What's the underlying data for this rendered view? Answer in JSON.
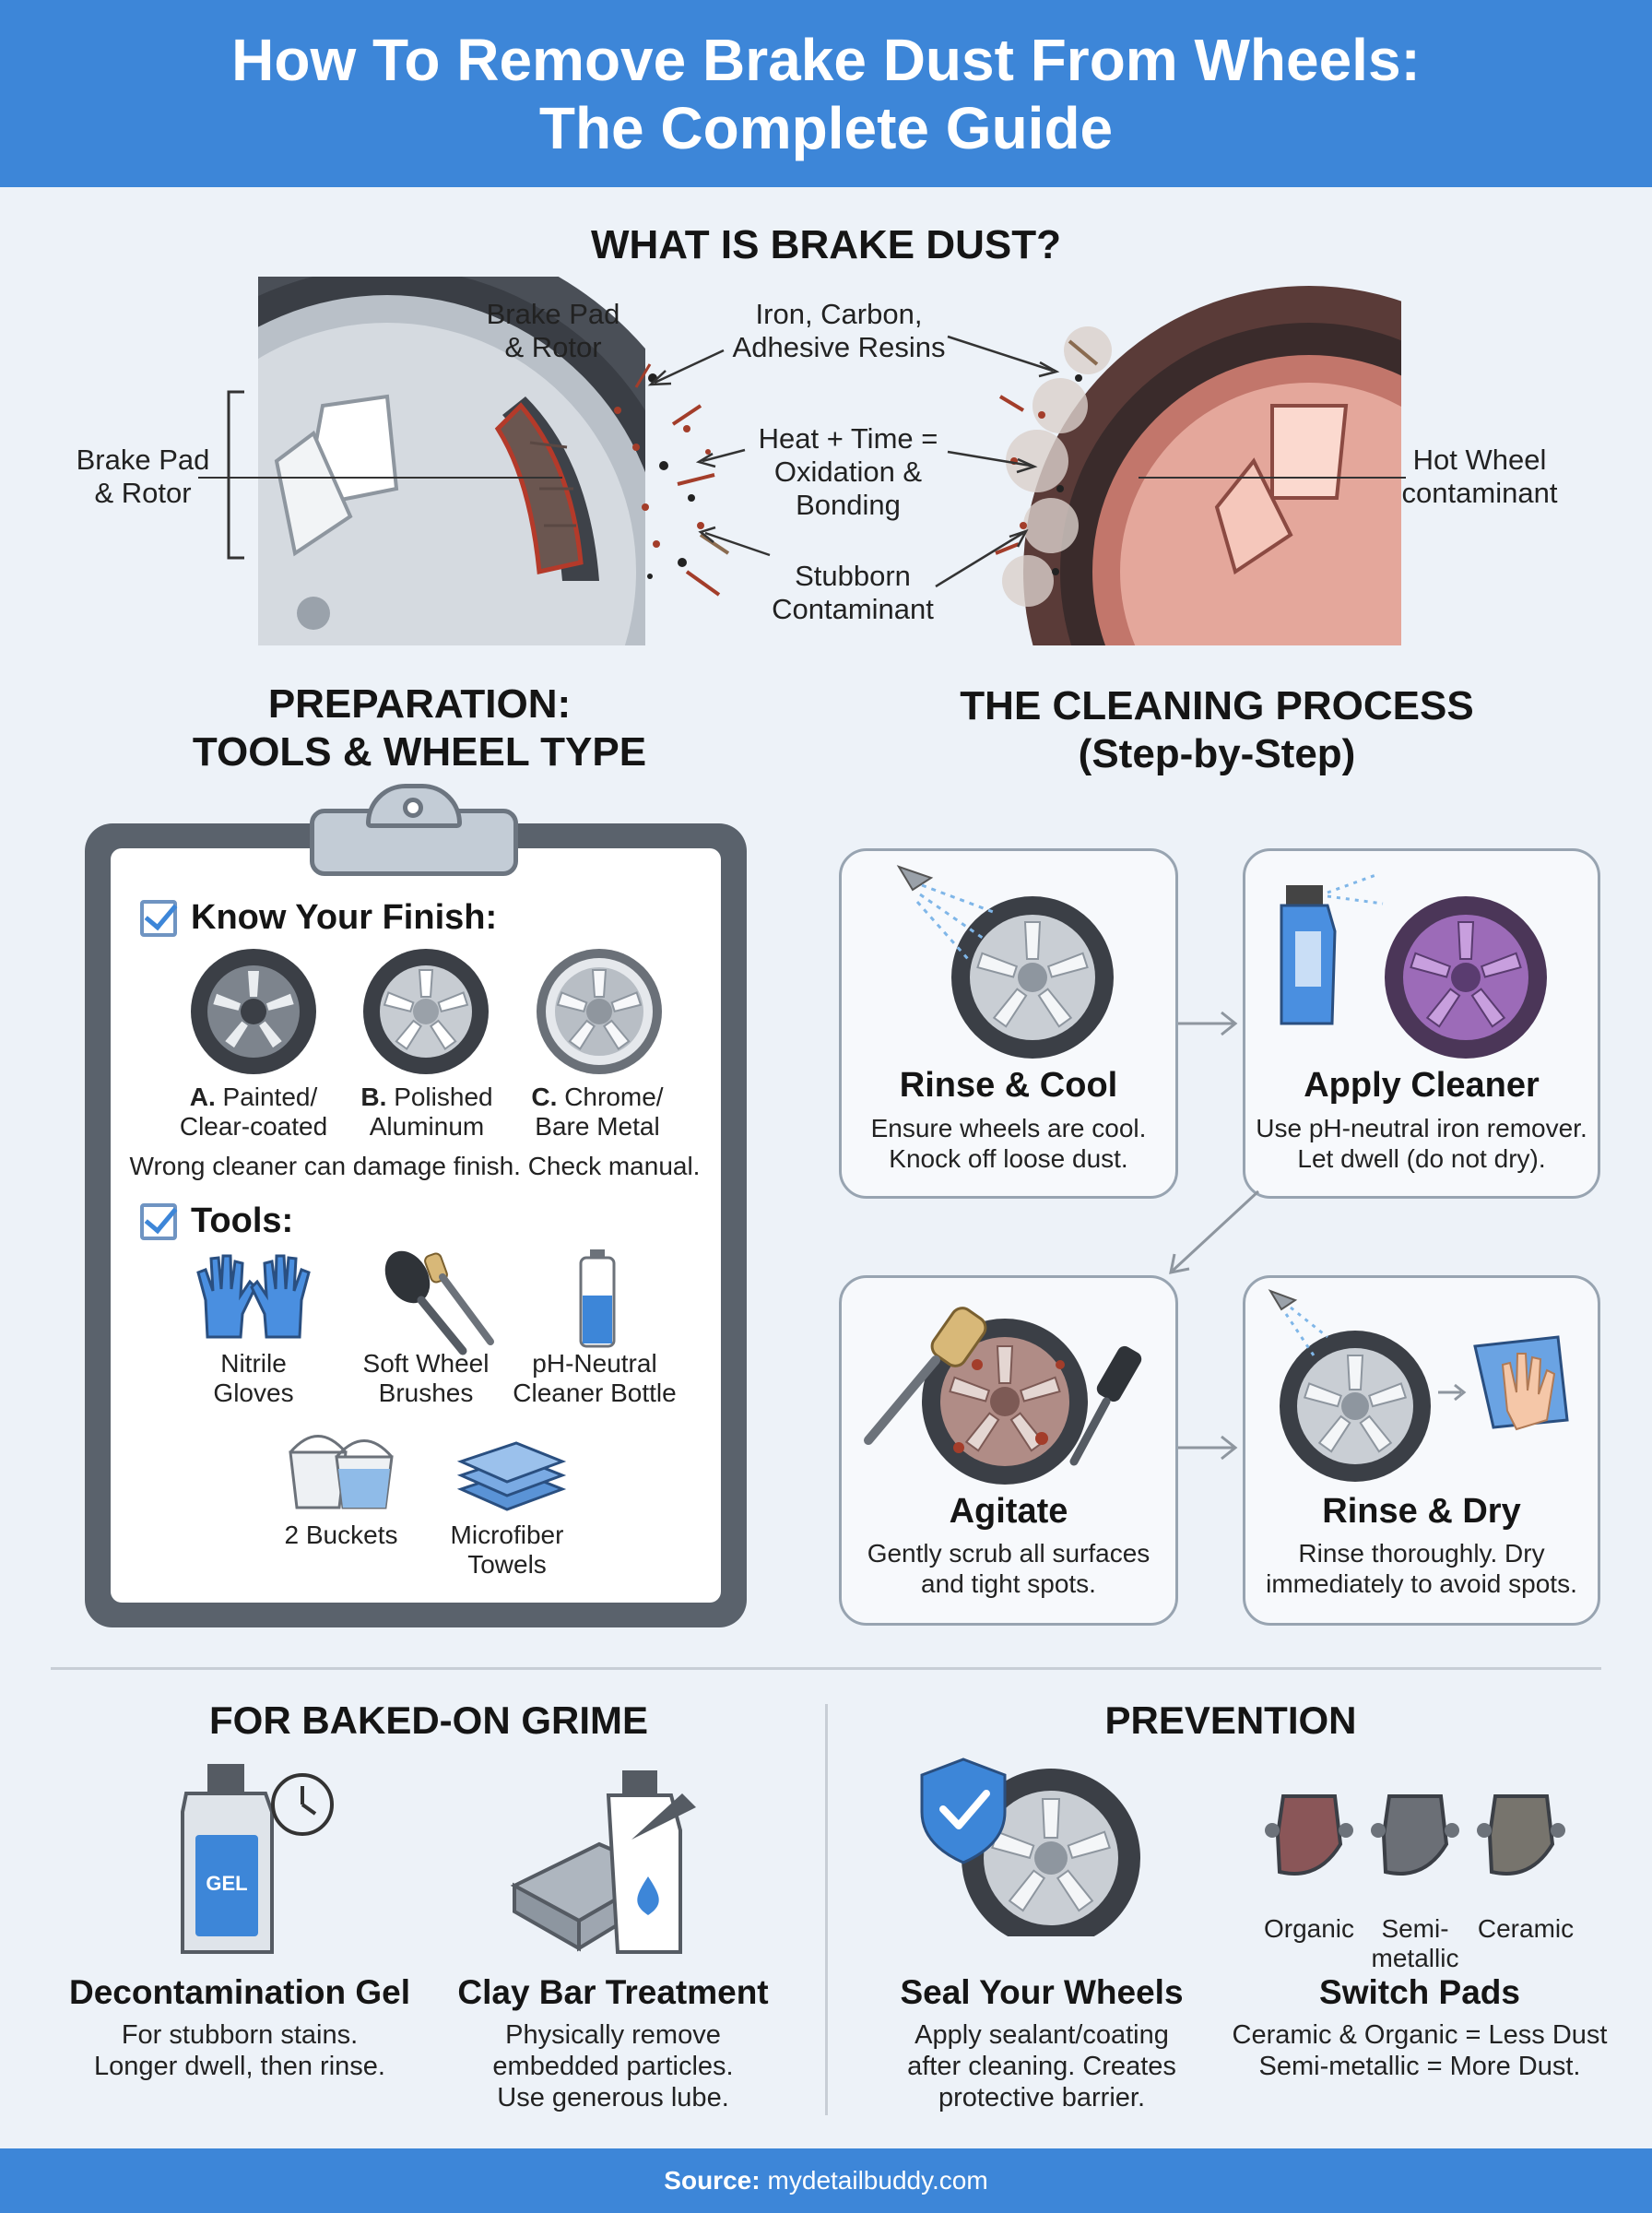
{
  "header": {
    "title_line1": "How To Remove Brake Dust From Wheels:",
    "title_line2": "The Complete Guide"
  },
  "what_is": {
    "title": "WHAT IS BRAKE DUST?",
    "labels": {
      "left_line1": "Brake Pad",
      "left_line2": "& Rotor",
      "top_line1": "Brake Pad",
      "top_line2": "& Rotor",
      "materials_line1": "Iron, Carbon,",
      "materials_line2": "Adhesive Resins",
      "heat_line1": "Heat + Time =",
      "heat_line2": "Oxidation &",
      "heat_line3": "Bonding",
      "stubborn_line1": "Stubborn",
      "stubborn_line2": "Contaminant",
      "hot_line1": "Hot Wheel",
      "hot_line2": "contaminant"
    }
  },
  "preparation": {
    "title_line1": "PREPARATION:",
    "title_line2": "TOOLS & WHEEL TYPE",
    "finish_heading": "Know Your Finish:",
    "finishes": [
      {
        "letter": "A.",
        "line1": "Painted/",
        "line2": "Clear-coated"
      },
      {
        "letter": "B.",
        "line1": "Polished",
        "line2": "Aluminum"
      },
      {
        "letter": "C.",
        "line1": "Chrome/",
        "line2": "Bare Metal"
      }
    ],
    "warning": "Wrong cleaner can damage finish. Check manual.",
    "tools_heading": "Tools:",
    "tools": [
      {
        "line1": "Nitrile",
        "line2": "Gloves",
        "icon": "gloves-icon"
      },
      {
        "line1": "Soft Wheel",
        "line2": "Brushes",
        "icon": "brushes-icon"
      },
      {
        "line1": "pH-Neutral",
        "line2": "Cleaner Bottle",
        "icon": "bottle-icon"
      },
      {
        "line1": "2 Buckets",
        "line2": "",
        "icon": "buckets-icon"
      },
      {
        "line1": "Microfiber",
        "line2": "Towels",
        "icon": "towels-icon"
      }
    ]
  },
  "process": {
    "title_line1": "THE CLEANING PROCESS",
    "title_line2": "(Step-by-Step)",
    "steps": [
      {
        "title": "Rinse & Cool",
        "line1": "Ensure wheels are cool.",
        "line2": "Knock off loose dust."
      },
      {
        "title": "Apply Cleaner",
        "line1": "Use pH-neutral iron remover.",
        "line2": "Let dwell (do not dry)."
      },
      {
        "title": "Agitate",
        "line1": "Gently scrub all surfaces",
        "line2": "and tight spots."
      },
      {
        "title": "Rinse & Dry",
        "line1": "Rinse thoroughly. Dry",
        "line2": "immediately to avoid spots."
      }
    ]
  },
  "baked": {
    "title": "FOR BAKED-ON GRIME",
    "gel_label": "GEL",
    "items": [
      {
        "title": "Decontamination Gel",
        "line1": "For stubborn stains.",
        "line2": "Longer dwell, then rinse.",
        "line3": ""
      },
      {
        "title": "Clay Bar Treatment",
        "line1": "Physically remove",
        "line2": "embedded particles.",
        "line3": "Use generous lube."
      }
    ]
  },
  "prevention": {
    "title": "PREVENTION",
    "pads": [
      {
        "line1": "Organic",
        "line2": "",
        "color": "#8a5658"
      },
      {
        "line1": "Semi-",
        "line2": "metallic",
        "color": "#6b6f76"
      },
      {
        "line1": "Ceramic",
        "line2": "",
        "color": "#77746d"
      }
    ],
    "items": [
      {
        "title": "Seal Your Wheels",
        "line1": "Apply sealant/coating",
        "line2": "after cleaning. Creates",
        "line3": "protective barrier."
      },
      {
        "title": "Switch Pads",
        "line1": "Ceramic & Organic = Less Dust",
        "line2": "Semi-metallic = More Dust.",
        "line3": ""
      }
    ]
  },
  "footer": {
    "source_label": "Source:",
    "source_value": "mydetailbuddy.com"
  },
  "colors": {
    "brand_blue": "#3d86d8",
    "background": "#edf2f8",
    "rust": "#a33d2a"
  }
}
